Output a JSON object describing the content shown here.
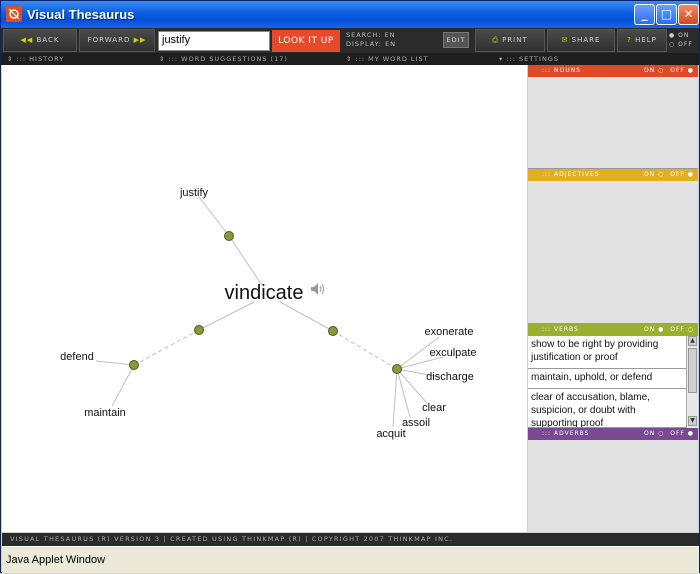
{
  "window": {
    "title": "Visual Thesaurus",
    "controls": {
      "minimize": "_",
      "maximize": "□",
      "close": "✕"
    }
  },
  "toolbar": {
    "back_label": "BACK",
    "forward_label": "FORWARD",
    "search_value": "justify",
    "lookup_label": "LOOK IT UP",
    "search_lang_label": "SEARCH:",
    "search_lang_value": "EN",
    "display_lang_label": "DISPLAY:",
    "display_lang_value": "EN",
    "edit_label": "EDIT",
    "print_label": "PRINT",
    "share_label": "SHARE",
    "help_label": "HELP",
    "on_label": "ON",
    "off_label": "OFF"
  },
  "tabs": [
    {
      "label": "HISTORY"
    },
    {
      "label": "WORD SUGGESTIONS (17)"
    },
    {
      "label": "MY WORD LIST"
    },
    {
      "label": "SETTINGS"
    }
  ],
  "graph": {
    "center_word": "vindicate",
    "words": {
      "justify": "justify",
      "defend": "defend",
      "maintain": "maintain",
      "exonerate": "exonerate",
      "exculpate": "exculpate",
      "discharge": "discharge",
      "clear": "clear",
      "assoil": "assoil",
      "acquit": "acquit"
    },
    "colors": {
      "node": "#8a9a3a",
      "edge": "#c0c0c0"
    }
  },
  "side": {
    "nouns": {
      "label": "NOUNS",
      "color": "#e04a2a",
      "on": "ON",
      "off": "OFF"
    },
    "adjectives": {
      "label": "ADJECTIVES",
      "color": "#e0b020",
      "on": "ON",
      "off": "OFF"
    },
    "verbs": {
      "label": "VERBS",
      "color": "#9cb030",
      "on": "ON",
      "off": "OFF"
    },
    "adverbs": {
      "label": "ADVERBS",
      "color": "#7a4a90",
      "on": "ON",
      "off": "OFF"
    },
    "verb_definitions": [
      "show to be right by providing justification or proof",
      "maintain, uphold, or defend",
      "clear of accusation, blame, suspicion, or doubt with supporting proof"
    ]
  },
  "footer": {
    "credits": "VISUAL THESAURUS (R) VERSION 3 | CREATED USING THINKMAP (R) | COPYRIGHT 2007 THINKMAP INC."
  },
  "status": {
    "text": "Java Applet Window"
  }
}
